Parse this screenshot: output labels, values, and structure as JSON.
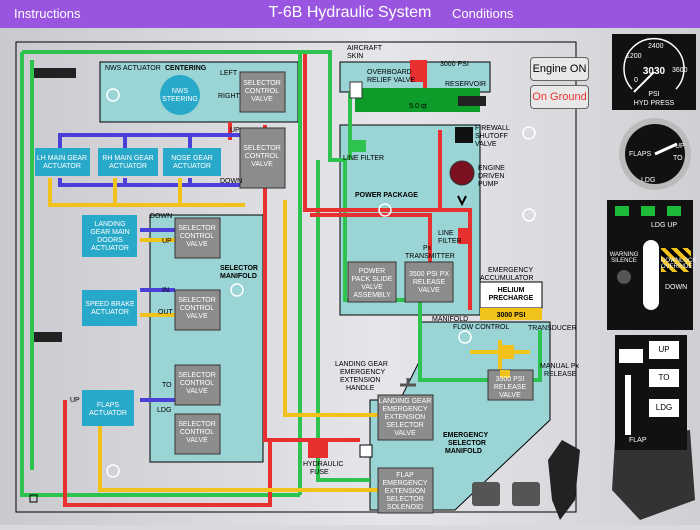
{
  "header": {
    "instructions": "Instructions",
    "title": "T-6B Hydraulic System",
    "conditions": "Conditions"
  },
  "controls": {
    "engine_on": "Engine ON",
    "on_ground": "On Ground"
  },
  "gauge": {
    "reading": "3030",
    "unit": "PSI",
    "label": "HYD PRESS",
    "ticks": [
      "1200",
      "2400",
      "3600",
      "0"
    ]
  },
  "flaps_indicator": {
    "up": "UP",
    "to": "TO",
    "ldg": "LDG",
    "label": "FLAPS"
  },
  "gear_panel": {
    "ldg_up": "LDG UP",
    "warning_silence": "WARNING SILENCE",
    "downlock_override": "DOWNLOCK OVERRIDE",
    "down": "DOWN"
  },
  "flap_panel": {
    "up": "UP",
    "to": "TO",
    "ldg": "LDG",
    "flap": "FLAP"
  },
  "diagram": {
    "nws_actuator": "NWS ACTUATOR",
    "centering": "CENTERING",
    "left": "LEFT",
    "right": "RIGHT",
    "nws_steering": [
      "NWS",
      "STEERING"
    ],
    "selector_control_valve": [
      "SELECTOR",
      "CONTROL",
      "VALVE"
    ],
    "aircraft_skin": [
      "AIRCRAFT",
      "SKIN"
    ],
    "overboard_relief": [
      "OVERBOARD",
      "RELIEF VALVE"
    ],
    "psi_3000": "3000 PSI",
    "reservoir": "RESERVOIR",
    "qt": "5.0 qt",
    "firewall_shutoff": [
      "FIREWALL",
      "SHUTOFF",
      "VALVE"
    ],
    "line_filter": "LINE FILTER",
    "lh_main": [
      "LH MAIN GEAR",
      "ACTUATOR"
    ],
    "rh_main": [
      "RH MAIN GEAR",
      "ACTUATOR"
    ],
    "nose_gear": [
      "NOSE GEAR",
      "ACTUATOR"
    ],
    "up": "UP",
    "down": "DOWN",
    "engine_driven_pump": [
      "ENGINE",
      "DRIVEN",
      "PUMP"
    ],
    "power_package": "POWER PACKAGE",
    "line_filter2": [
      "LINE",
      "FILTER"
    ],
    "px_transmitter": [
      "Px",
      "TRANSMITTER"
    ],
    "lg_main_doors": [
      "LANDING",
      "GEAR MAIN",
      "DOORS",
      "ACTUATOR"
    ],
    "selector_manifold": [
      "SELECTOR",
      "MANIFOLD"
    ],
    "power_pack_slide": [
      "POWER",
      "PACK SLIDE",
      "VALVE",
      "ASSEMBLY"
    ],
    "release_3500": [
      "3500 PSI PX",
      "RELEASE",
      "VALVE"
    ],
    "emergency_accumulator": [
      "EMERGENCY",
      "ACCUMULATOR"
    ],
    "helium": [
      "HELIUM",
      "PRECHARGE"
    ],
    "psi_3000_acc": "3000 PSI",
    "speed_brake": [
      "SPEED BRAKE",
      "ACTUATOR"
    ],
    "in": "IN",
    "out": "OUT",
    "manifold_flow_control": [
      "MANIFOLD",
      "FLOW CONTROL"
    ],
    "transducer": "TRANSDUCER",
    "manual_px": [
      "MANUAL Px",
      "RELEASE"
    ],
    "lg_emerg_handle": [
      "LANDING GEAR",
      "EMERGENCY",
      "EXTENSION",
      "HANDLE"
    ],
    "release_3500_b": [
      "3500 PSI",
      "RELEASE",
      "VALVE"
    ],
    "flaps_actuator": [
      "FLAPS",
      "ACTUATOR"
    ],
    "to": "TO",
    "ldg": "LDG",
    "lg_emerg_ext_valve": [
      "LANDING GEAR",
      "EMERGENCY",
      "EXTENSION",
      "SELECTOR",
      "VALVE"
    ],
    "emergency_selector_manifold": [
      "EMERGENCY",
      "SELECTOR",
      "MANIFOLD"
    ],
    "hydraulic_fuse": [
      "HYDRAULIC",
      "FUSE"
    ],
    "flap_emerg_solenoid": [
      "FLAP",
      "EMERGENCY",
      "EXTENSION",
      "SELECTOR",
      "SOLENOID"
    ]
  },
  "colors": {
    "pressure": "#e83030",
    "return": "#2ec24e",
    "gear_up": "#4a3fd8",
    "gear_down": "#f1c21a",
    "component": "#29a9c9",
    "valve": "#8c8c8c",
    "manifold": "#9ad4d4"
  }
}
